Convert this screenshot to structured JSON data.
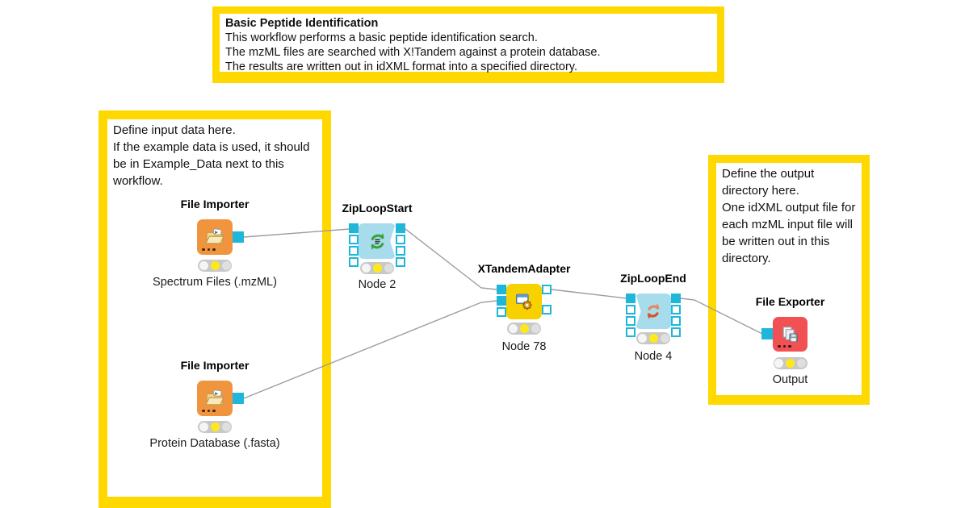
{
  "annotations": {
    "top": {
      "title": "Basic Peptide Identification",
      "body": [
        "This workflow performs a basic peptide identification search.",
        "The mzML files are searched with X!Tandem against a protein database.",
        "The results are written out in idXML format into a specified directory."
      ]
    },
    "input": {
      "body": [
        "Define input data here.",
        "If the example data is used, it should be in Example_Data next to this workflow."
      ]
    },
    "output": {
      "body": [
        "Define the output directory here.",
        "One idXML output file for each mzML input file will be written out in this directory."
      ]
    }
  },
  "nodes": [
    {
      "label": "File Importer",
      "sublabel": "Spectrum Files (.mzML)"
    },
    {
      "label": "ZipLoopStart",
      "sublabel": "Node 2"
    },
    {
      "label": "XTandemAdapter",
      "sublabel": "Node 78"
    },
    {
      "label": "ZipLoopEnd",
      "sublabel": "Node 4"
    },
    {
      "label": "File Exporter",
      "sublabel": "Output"
    },
    {
      "label": "File Importer",
      "sublabel": "Protein Database (.fasta)"
    }
  ],
  "colors": {
    "annotation_yellow": "#FFD800",
    "importer_orange": "#F0953E",
    "adapter_yellow": "#F8D100",
    "loop_blue": "#A6DCEC",
    "exporter_red": "#F15152",
    "port_cyan": "#1EB7D9",
    "traffic_yellow": "#FFE81A",
    "connection_gray": "#9D9D9D"
  }
}
